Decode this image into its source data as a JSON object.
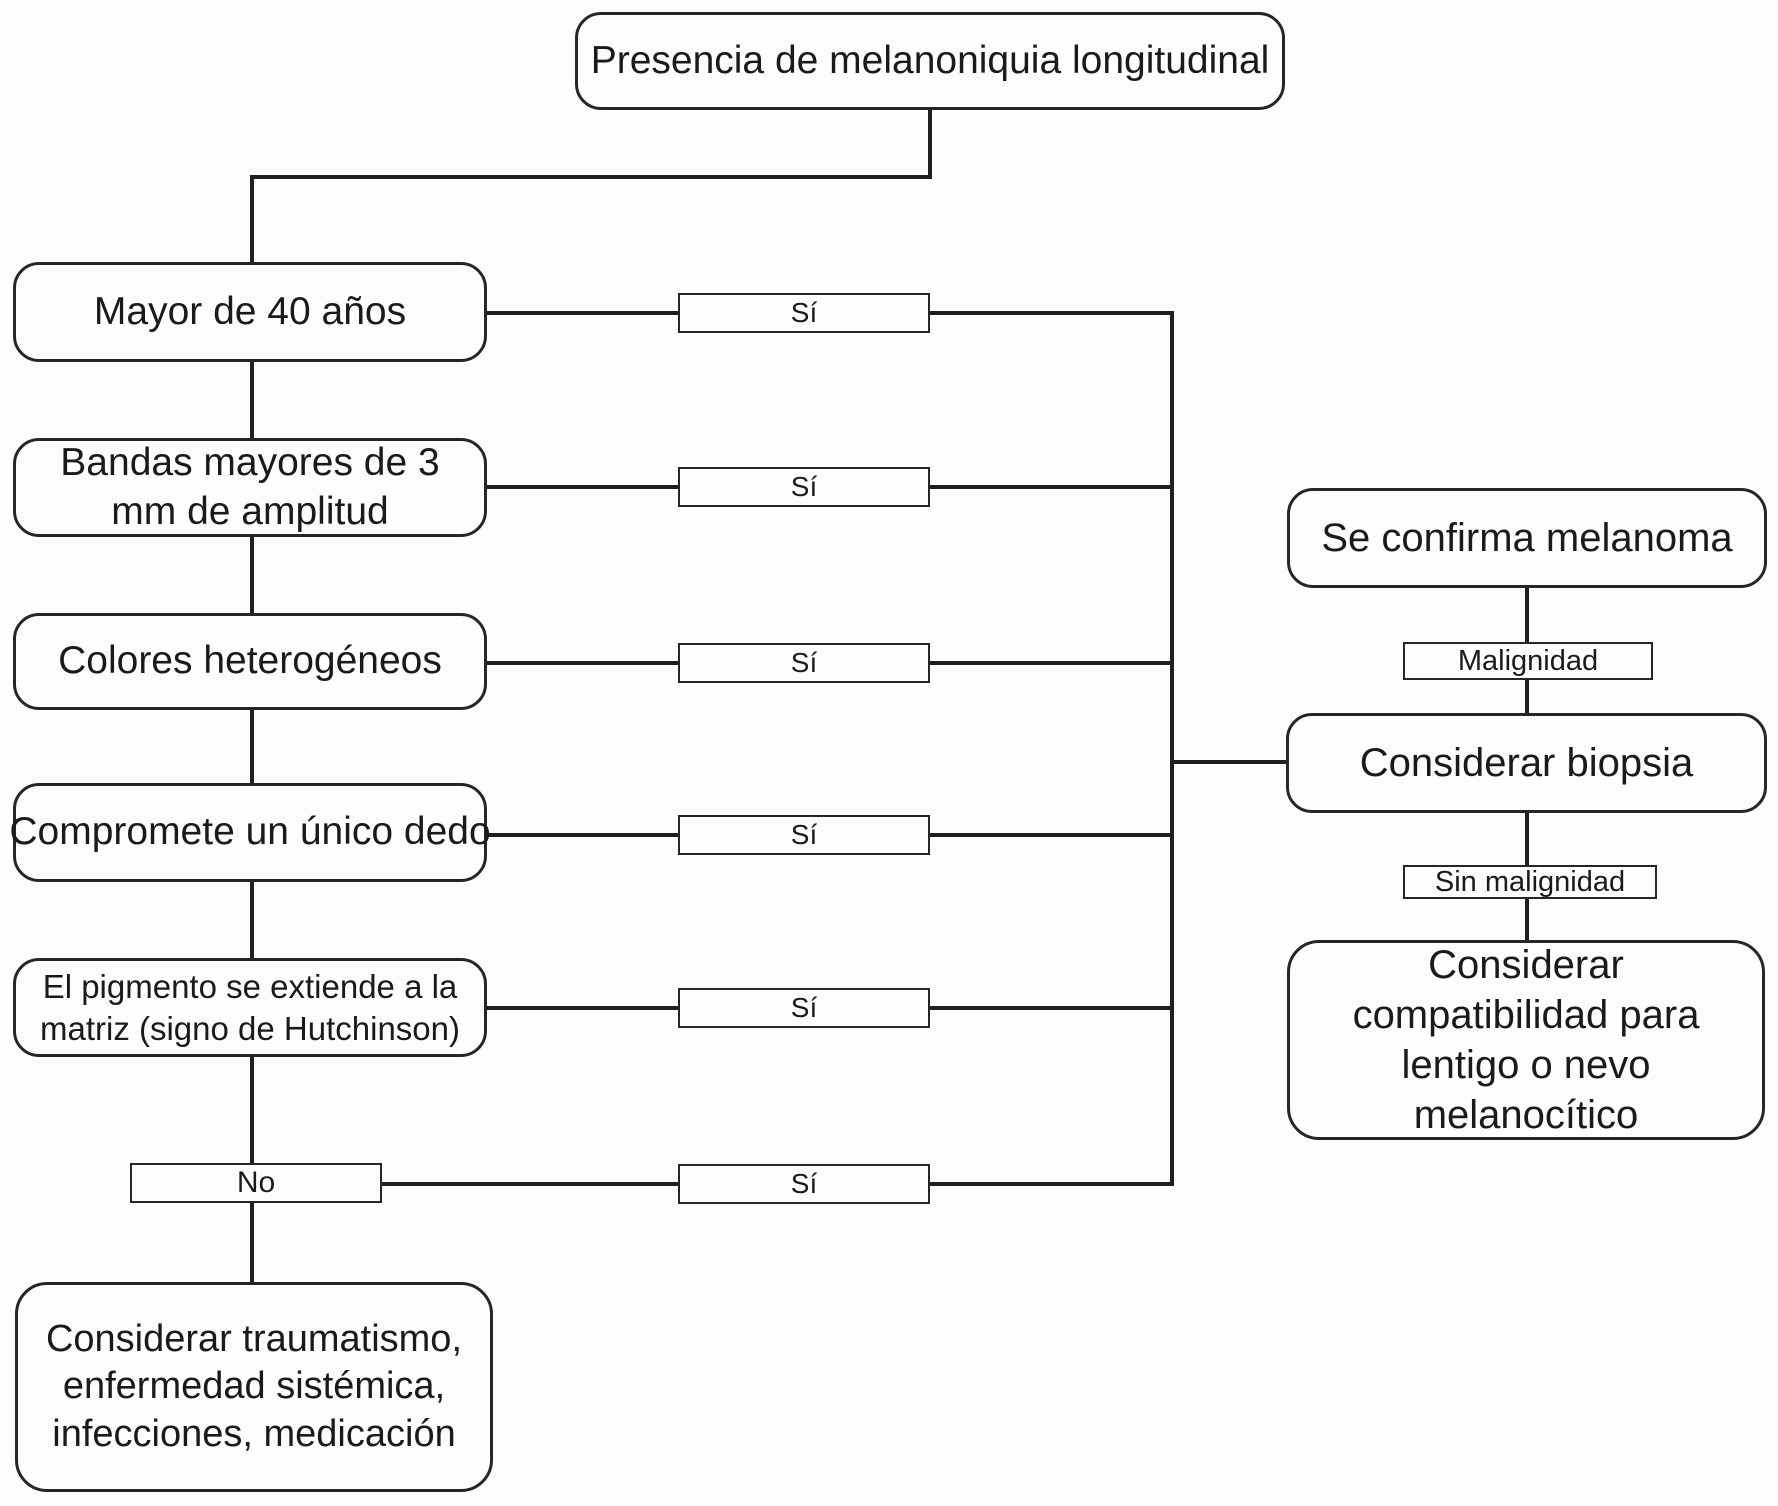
{
  "flowchart": {
    "start": "Presencia de melanoniquia longitudinal",
    "criteria": [
      "Mayor de 40 años",
      "Bandas mayores de 3 mm de amplitud",
      "Colores heterogéneos",
      "Compromete un único dedo",
      "El pigmento se extiende a la matriz (signo de Hutchinson)"
    ],
    "yes_label": "Sí",
    "no_label": "No",
    "outcomes": {
      "no_path": "Considerar traumatismo, enfermedad sistémica, infecciones, medicación",
      "biopsy": "Considerar biopsia",
      "malignant_label": "Malignidad",
      "malignant_result": "Se confirma melanoma",
      "not_malignant_label": "Sin malignidad",
      "not_malignant_result": "Considerar compatibilidad para lentigo o nevo melanocítico"
    },
    "colors": {
      "line": "#1f1f1f",
      "text": "#1a1a1a",
      "background": "#fdfdfd"
    }
  }
}
